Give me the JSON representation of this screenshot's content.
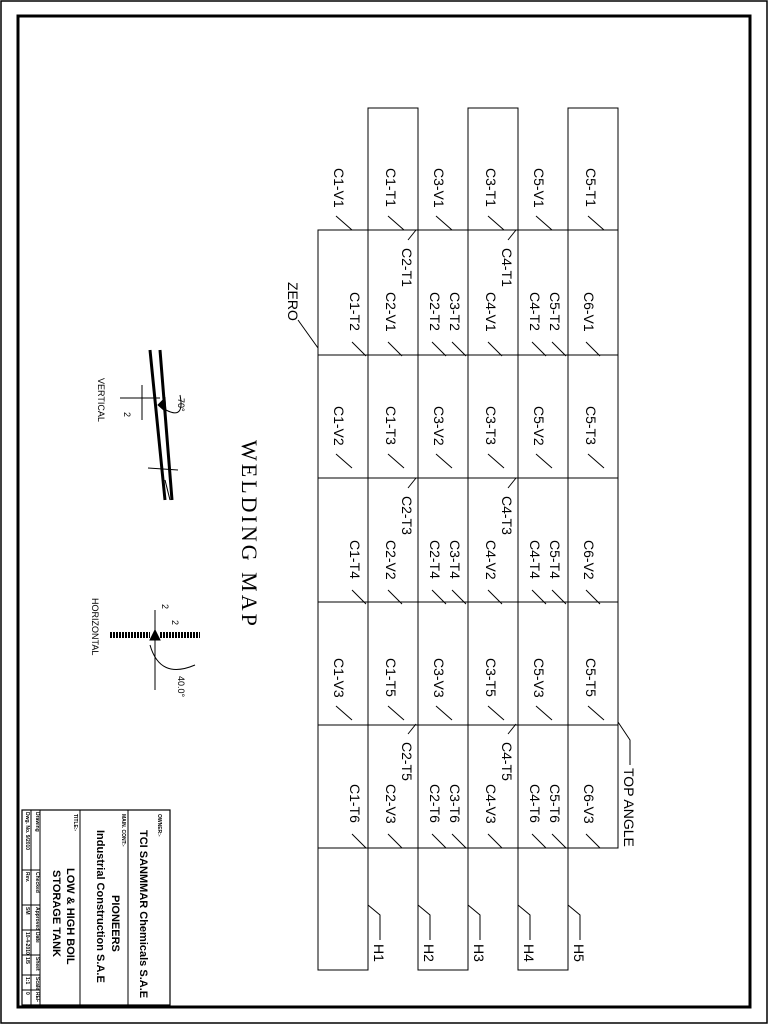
{
  "title": "WELDING MAP",
  "top_angle_label": "TOP ANGLE",
  "zero_label": "ZERO",
  "vertical": {
    "label": "VERTICAL",
    "angle": "70°",
    "gap": "2"
  },
  "horizontal": {
    "label": "HORIZONTAL",
    "angle": "40.0°",
    "gap_top": "2",
    "gap_side": "2"
  },
  "horizontal_seams": [
    "H1",
    "H2",
    "H3",
    "H4",
    "H5"
  ],
  "weld_labels": {
    "row1": [
      "C1-V1",
      "C1-T1",
      "C3-V1",
      "C3-T1",
      "C5-V1",
      "C5-T1"
    ],
    "row2a": [
      "C2-T1",
      "C4-T1"
    ],
    "row2b": [
      "C1-T2",
      "C2-V1",
      "C2-T2",
      "C3-T2",
      "C4-V1",
      "C4-T2",
      "C5-T2",
      "C6-V1"
    ],
    "row3": [
      "C1-V2",
      "C1-T3",
      "C3-V2",
      "C3-T3",
      "C5-V2",
      "C5-T3"
    ],
    "row4a": [
      "C2-T3",
      "C4-T3"
    ],
    "row4b": [
      "C1-T4",
      "C2-V2",
      "C2-T4",
      "C3-T4",
      "C4-V2",
      "C4-T4",
      "C5-T4",
      "C6-V2"
    ],
    "row5": [
      "C1-V3",
      "C1-T5",
      "C3-V3",
      "C3-T5",
      "C5-V3",
      "C5-T5"
    ],
    "row6a": [
      "C2-T5",
      "C4-T5"
    ],
    "row6b": [
      "C1-T6",
      "C2-V3",
      "C2-T6",
      "C3-T6",
      "C4-V3",
      "C4-T6",
      "C5-T6",
      "C6-V3"
    ]
  },
  "title_block": {
    "owner_label": "OWNER:-",
    "owner": "TCI SANMMAR Chemicals S.A.E",
    "contractor_label": "MAIN. CONT:-",
    "contractor_name": "PIONEERS",
    "contractor_full": "Industrial Construction S.A.E",
    "title_label": "TITLE:-",
    "title_line1": "LOW & HIGH BOIL",
    "title_line2": "STORAGE TANK",
    "row_drawing": [
      "Drawing",
      "Checked",
      "Approved",
      "Date",
      "Sheet",
      "Scale",
      "REF"
    ],
    "row_values": [
      "Dwg. No. 9/2010",
      "Rev.",
      "SM",
      "10-4-2010",
      "1/5",
      "1:1",
      "0"
    ]
  }
}
